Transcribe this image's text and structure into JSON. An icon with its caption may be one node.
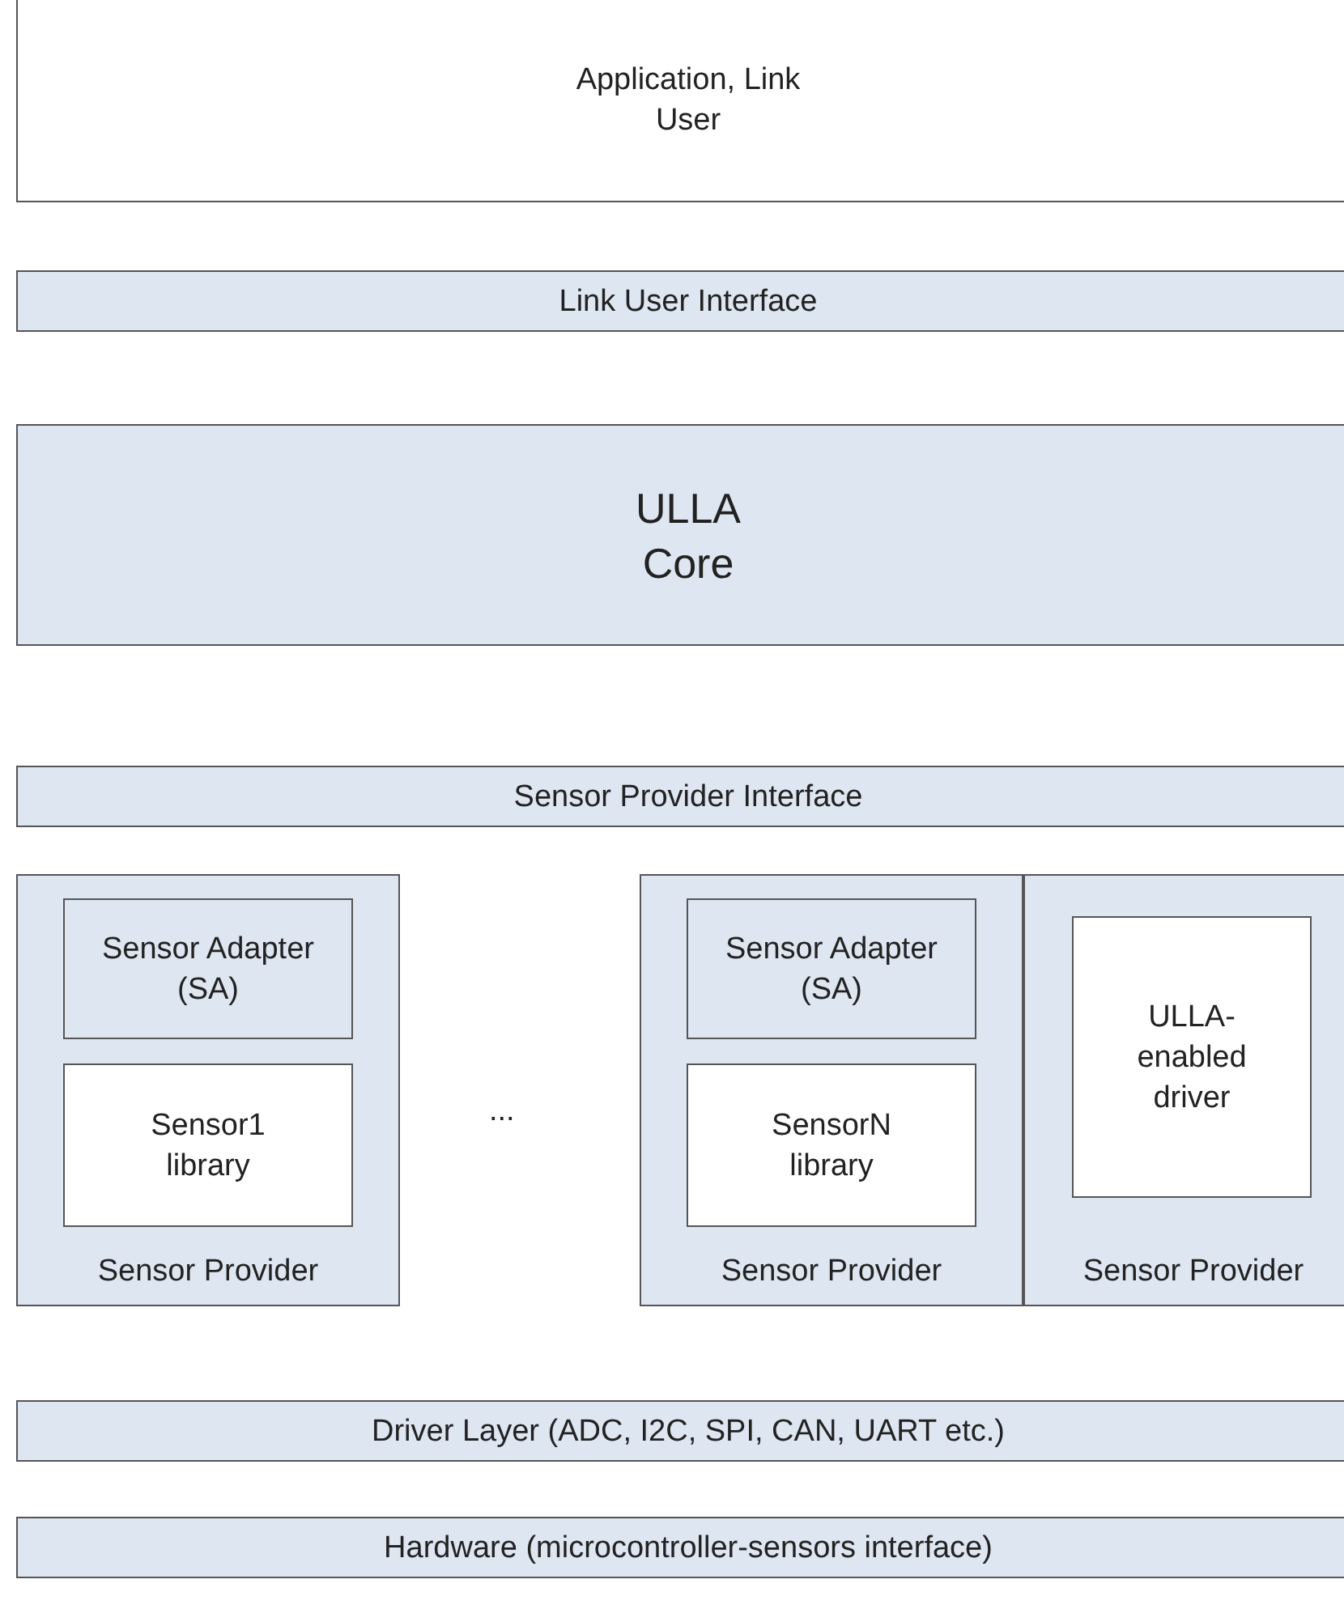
{
  "diagram": {
    "nodes": [
      {
        "text": [
          "Application, Link User"
        ]
      },
      {
        "text": [
          "Link User Interface"
        ]
      },
      {
        "text": [
          "ULLA Core"
        ]
      },
      {
        "text": [
          "Sensor Provider Interface"
        ]
      },
      {
        "text": [
          "Sensor Provider"
        ]
      },
      {
        "text": [
          "Sensor Adapter (SA)"
        ],
        "in": 4
      },
      {
        "text": [
          "Sensor1 library"
        ],
        "in": 4
      },
      {
        "text": [
          "Sensor Provider"
        ]
      },
      {
        "text": [
          "Sensor Adapter (SA)"
        ],
        "in": 7
      },
      {
        "text": [
          "SensorN library"
        ],
        "in": 7
      },
      {
        "text": [
          "Sensor Provider"
        ]
      },
      {
        "text": [
          "ULLA-enabled driver"
        ],
        "in": 10
      },
      {
        "text": [
          "Driver Layer (ADC, I2C, SPI, CAN, UART etc.)"
        ]
      },
      {
        "text": [
          "Hardware (microcontroller-sensors interface)"
        ]
      }
    ],
    "edges": [],
    "labels": [
      "..."
    ]
  }
}
